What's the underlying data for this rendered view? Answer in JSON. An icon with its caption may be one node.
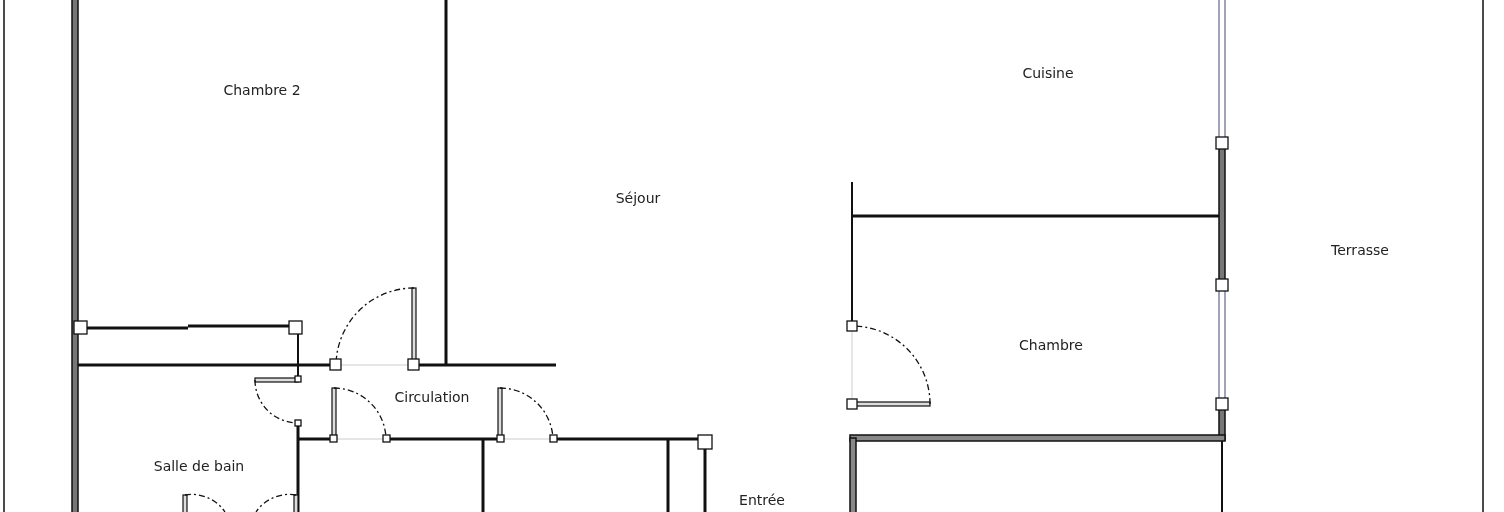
{
  "diagram": {
    "labels": [
      "Chambre 2",
      "Séjour",
      "Cuisine",
      "Terrasse",
      "Chambre",
      "Circulation",
      "Salle de bain",
      "Entrée"
    ]
  }
}
